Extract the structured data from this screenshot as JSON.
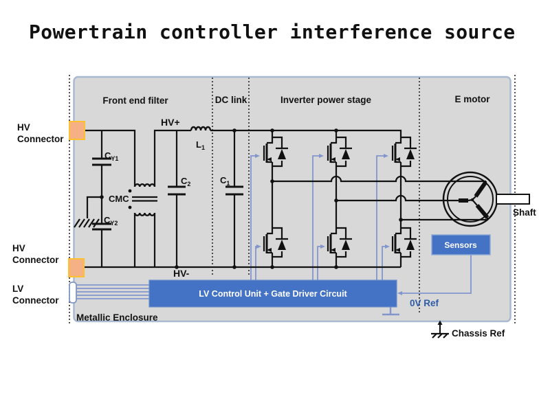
{
  "title": "Powertrain controller interference source",
  "colors": {
    "enclosure_fill": "#d8d8d8",
    "enclosure_border": "#a9b9d2",
    "control_blue": "#4472c4",
    "line_blue": "#8296cc",
    "ref_text_blue": "#2e5ca8",
    "connector_orange_fill": "#f5b183",
    "connector_orange_border": "#fdc02f",
    "wire_black": "#111111"
  },
  "sections": {
    "filter": "Front end filter",
    "dc_link": "DC link",
    "inverter": "Inverter power stage",
    "motor": "E motor"
  },
  "components": {
    "cy1": {
      "base": "C",
      "sub": "Y1"
    },
    "cy2": {
      "base": "C",
      "sub": "Y2"
    },
    "c2": {
      "base": "C",
      "sub": "2"
    },
    "c1": {
      "base": "C",
      "sub": "1"
    },
    "l1": {
      "base": "L",
      "sub": "1"
    },
    "cmc": "CMC"
  },
  "labels": {
    "hv_plus": "HV+",
    "hv_minus": "HV-",
    "shaft": "Shaft",
    "ov_ref": "0V Ref",
    "chassis_ref": "Chassis Ref",
    "enclosure": "Metallic Enclosure"
  },
  "connectors": {
    "hv_top": {
      "line1": "HV",
      "line2": "Connector"
    },
    "hv_bottom": {
      "line1": "HV",
      "line2": "Connector"
    },
    "lv": {
      "line1": "LV",
      "line2": "Connector"
    }
  },
  "boxes": {
    "control_unit": "LV Control Unit + Gate Driver Circuit",
    "sensors": "Sensors"
  }
}
